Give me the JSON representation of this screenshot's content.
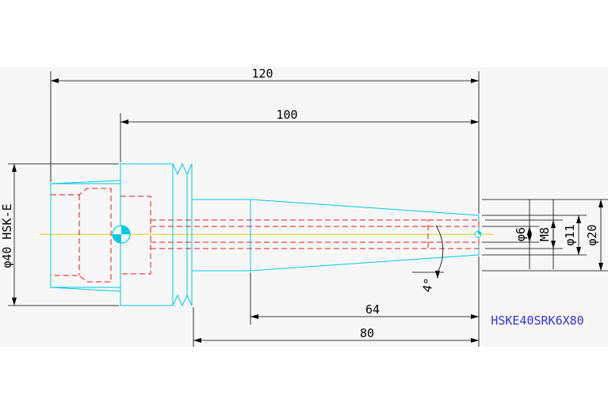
{
  "drawing": {
    "part_number": "HSKE40SRK6X80",
    "dimensions": {
      "overall_length": "120",
      "shank_length": "100",
      "projection_length": "80",
      "taper_length": "64",
      "taper_angle": "4°",
      "bore_diameter": "φ6",
      "thread": "M8",
      "nose_diameter": "φ11",
      "body_diameter": "φ20",
      "flange_spec": "φ40 HSK-E"
    },
    "colors": {
      "outline": "#00c8e0",
      "hidden_lines": "#e01818",
      "dimension": "#000000",
      "centerline": "#e6cc00",
      "part_label": "#3333cc"
    }
  }
}
